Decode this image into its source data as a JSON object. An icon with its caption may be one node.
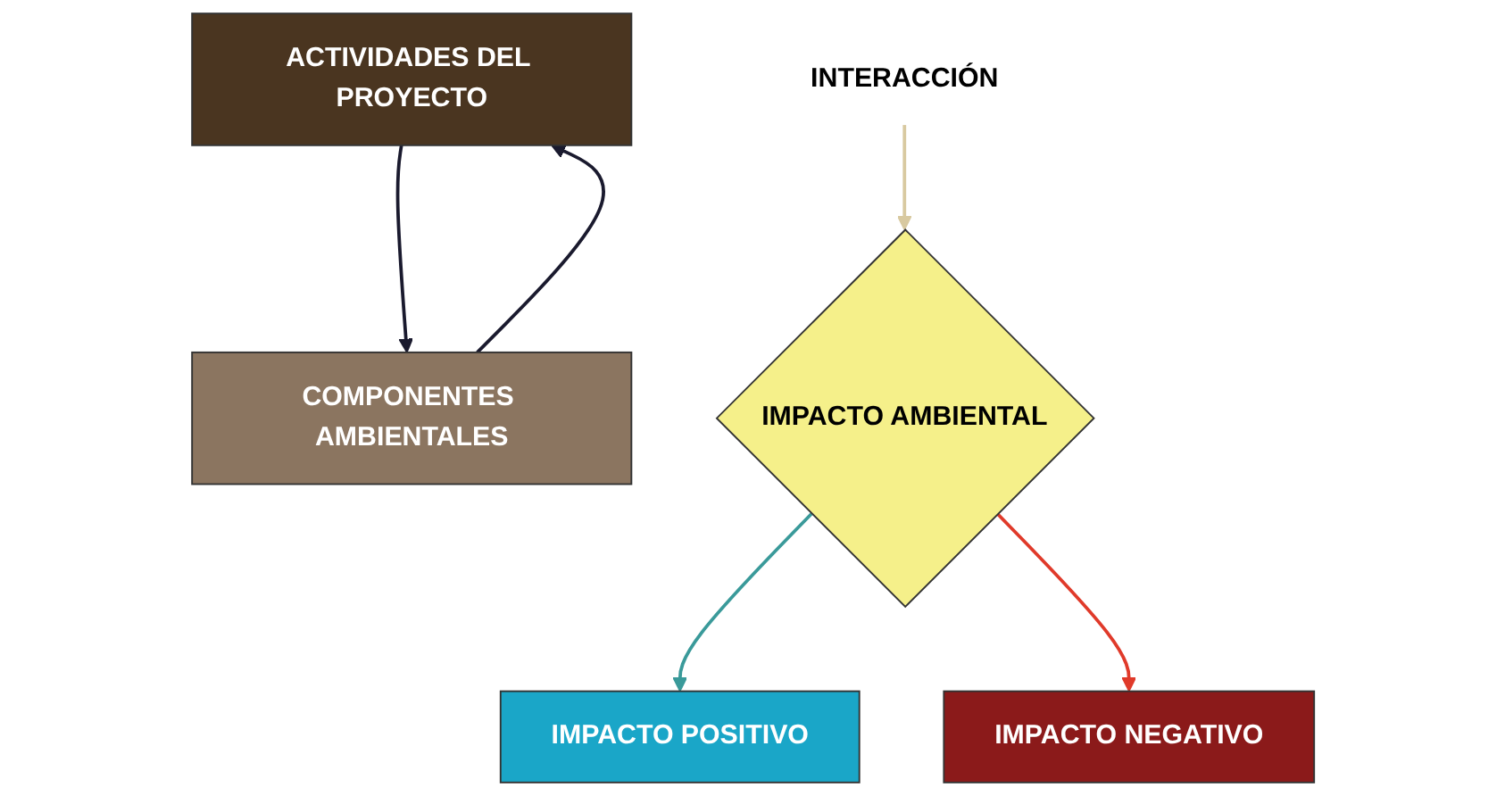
{
  "diagram": {
    "nodes": [
      {
        "text": [
          "ACTIVIDADES DEL PROYECTO"
        ]
      },
      {
        "text": [
          "COMPONENTES AMBIENTALES"
        ]
      },
      {
        "text": [
          "INTERACCIÓN"
        ]
      },
      {
        "text": [
          "IMPACTO AMBIENTAL"
        ]
      },
      {
        "text": [
          "IMPACTO POSITIVO"
        ]
      },
      {
        "text": [
          "IMPACTO NEGATIVO"
        ]
      }
    ],
    "edges": [
      {
        "from": 0,
        "to": 1,
        "arrow": "to"
      },
      {
        "from": 1,
        "to": 0,
        "arrow": "to"
      },
      {
        "from": 2,
        "to": 3,
        "arrow": "to",
        "color": "#d8c9a0"
      },
      {
        "from": 3,
        "to": 4,
        "arrow": "to",
        "color": "#3a9a9a"
      },
      {
        "from": 3,
        "to": 5,
        "arrow": "to",
        "color": "#e03a2a"
      }
    ]
  }
}
